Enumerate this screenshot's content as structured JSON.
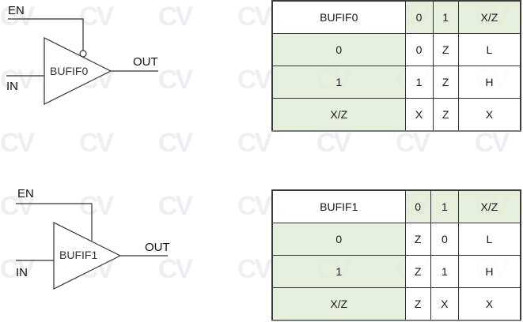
{
  "watermark": "CV",
  "gates": [
    {
      "name": "BUFIF0",
      "label": "BUFIF0",
      "enable_active": "low",
      "pins": {
        "enable": "EN",
        "input": "IN",
        "output": "OUT"
      }
    },
    {
      "name": "BUFIF1",
      "label": "BUFIF1",
      "enable_active": "high",
      "pins": {
        "enable": "EN",
        "input": "IN",
        "output": "OUT"
      }
    }
  ],
  "tables": [
    {
      "corner": "BUFIF0",
      "col_headers": [
        "0",
        "1",
        "X/Z"
      ],
      "rows": [
        {
          "header": "0",
          "cells": [
            "0",
            "Z",
            "L"
          ]
        },
        {
          "header": "1",
          "cells": [
            "1",
            "Z",
            "H"
          ]
        },
        {
          "header": "X/Z",
          "cells": [
            "X",
            "Z",
            "X"
          ]
        }
      ]
    },
    {
      "corner": "BUFIF1",
      "col_headers": [
        "0",
        "1",
        "X/Z"
      ],
      "rows": [
        {
          "header": "0",
          "cells": [
            "Z",
            "0",
            "L"
          ]
        },
        {
          "header": "1",
          "cells": [
            "Z",
            "1",
            "H"
          ]
        },
        {
          "header": "X/Z",
          "cells": [
            "Z",
            "X",
            "X"
          ]
        }
      ]
    }
  ],
  "colors": {
    "header_fill": "#e2ecd6",
    "line": "#333333",
    "watermark": "#e8eaee"
  }
}
